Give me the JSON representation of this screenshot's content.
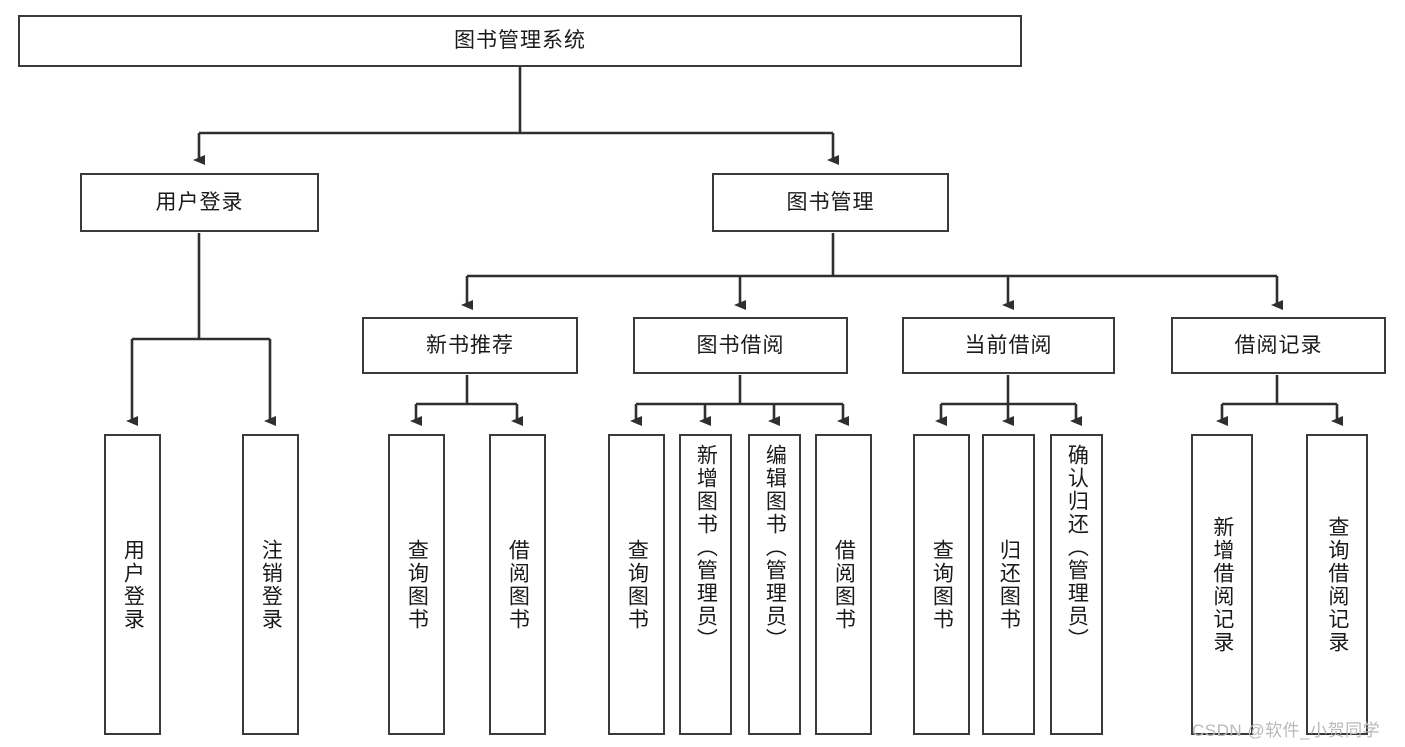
{
  "diagram": {
    "title": "图书管理系统",
    "type": "tree",
    "colors": {
      "box_border": "#3a3a3a",
      "box_fill": "#ffffff",
      "edge": "#2f2f2f",
      "text": "#1a1a1a",
      "watermark": "#b9b9b9"
    },
    "root": {
      "label": "图书管理系统"
    },
    "level2": [
      {
        "label": "用户登录"
      },
      {
        "label": "图书管理"
      }
    ],
    "level3": [
      {
        "label": "新书推荐"
      },
      {
        "label": "图书借阅"
      },
      {
        "label": "当前借阅"
      },
      {
        "label": "借阅记录"
      }
    ],
    "leaves": {
      "user_login": [
        {
          "label": "用户登录"
        },
        {
          "label": "注销登录"
        }
      ],
      "new_book_recommend": [
        {
          "label": "查询图书"
        },
        {
          "label": "借阅图书"
        }
      ],
      "book_borrow": [
        {
          "label": "查询图书"
        },
        {
          "label": "新增图书（管理员）"
        },
        {
          "label": "编辑图书（管理员）"
        },
        {
          "label": "借阅图书"
        }
      ],
      "current_borrow": [
        {
          "label": "查询图书"
        },
        {
          "label": "归还图书"
        },
        {
          "label": "确认归还（管理员）"
        }
      ],
      "borrow_records": [
        {
          "label": "新增借阅记录"
        },
        {
          "label": "查询借阅记录"
        }
      ]
    },
    "watermark": "CSDN @软件_小贺同学"
  }
}
